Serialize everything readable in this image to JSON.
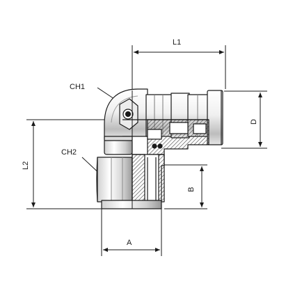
{
  "labels": {
    "l1": "L1",
    "l2": "L2",
    "ch1": "CH1",
    "ch2": "CH2",
    "d": "D",
    "a": "A",
    "b": "B"
  },
  "colors": {
    "ink": "#1a1a1a",
    "hatch": "#555555",
    "body_fill": "#f2f2f2",
    "shade": "#bdbdbd"
  }
}
